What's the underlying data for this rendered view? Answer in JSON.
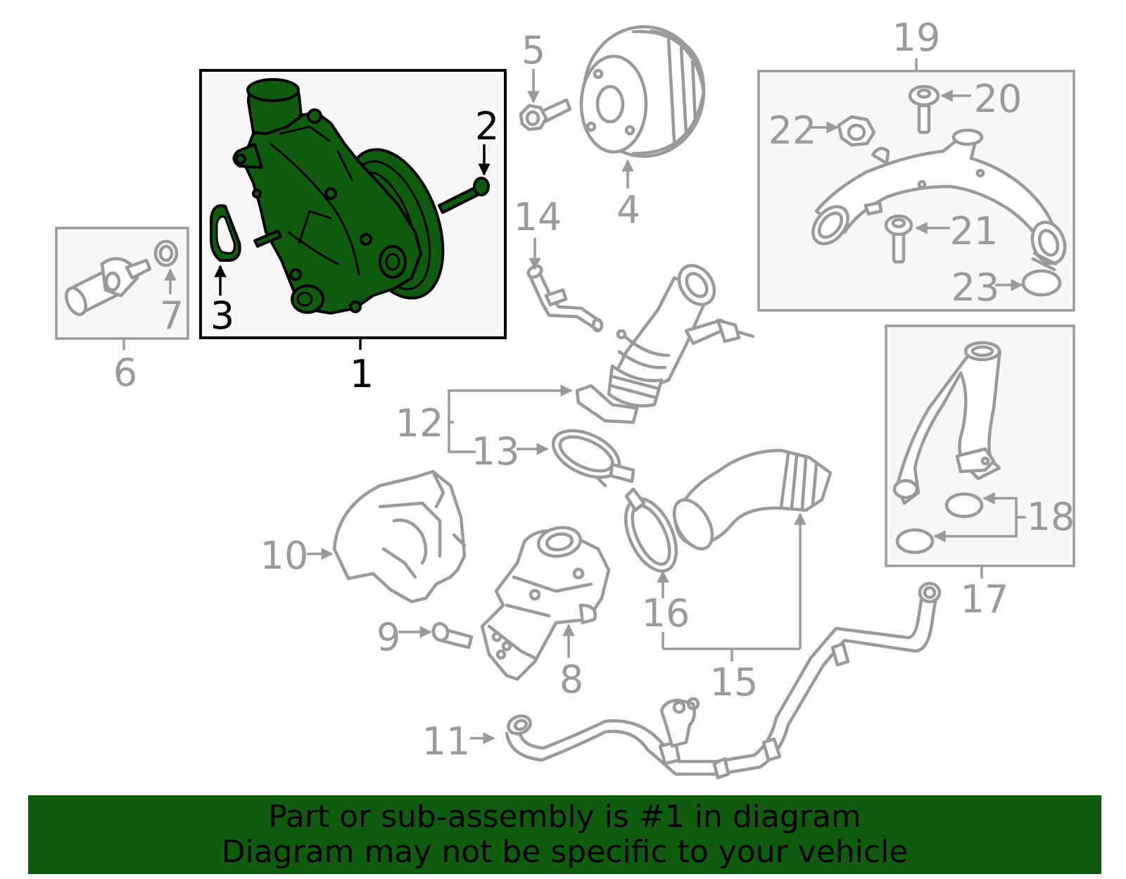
{
  "colors": {
    "highlight": "#0f5c0f",
    "banner": "#0f5c0f",
    "part_outline": "#9a9a9a",
    "highlight_outline": "#000000",
    "box_fill": "#f7f7f7"
  },
  "highlighted_part": "1",
  "callouts": {
    "c1": "1",
    "c2": "2",
    "c3": "3",
    "c4": "4",
    "c5": "5",
    "c6": "6",
    "c7": "7",
    "c8": "8",
    "c9": "9",
    "c10": "10",
    "c11": "11",
    "c12": "12",
    "c13": "13",
    "c14": "14",
    "c15": "15",
    "c16": "16",
    "c17": "17",
    "c18": "18",
    "c19": "19",
    "c20": "20",
    "c21": "21",
    "c22": "22",
    "c23": "23"
  },
  "banner": {
    "line1": "Part or sub-assembly is #1 in diagram",
    "line2": "Diagram may not be specific to your vehicle"
  }
}
